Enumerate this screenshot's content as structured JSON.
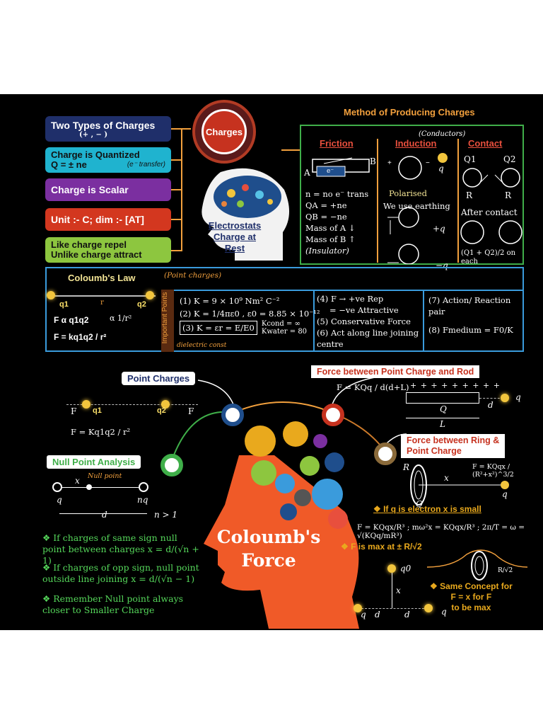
{
  "charges_title": "Charges",
  "brain_label": [
    "Electrostats",
    "Charge at",
    "Rest"
  ],
  "left_pills": [
    {
      "line1": "Two Types of Charges",
      "line2": "(+ , − )"
    },
    {
      "line1": "Charge is Quantized",
      "line2": "Q = ± ne",
      "note": "(e⁻ transfer)"
    },
    {
      "line1": "Charge is Scalar"
    },
    {
      "line1": "Unit :- C; dim :- [AT]"
    },
    {
      "line1": "Like charge repel",
      "line2": "Unlike charge attract"
    }
  ],
  "methods": {
    "title": "Method of Producing Charges",
    "conductor_note": "(Conductors)",
    "friction": {
      "title": "Friction",
      "labels": [
        "A",
        "B",
        "e⁻"
      ],
      "lines": [
        "n = no e⁻ trans",
        "QA = +ne",
        "QB = −ne",
        "Mass of A ↓",
        "Mass of B ↑",
        "(Insulator)"
      ]
    },
    "induction": {
      "title": "Induction",
      "polarised": "Polarised",
      "earthing": "We use earthing",
      "q_labels": [
        "q",
        "+q",
        "−q"
      ]
    },
    "contact": {
      "title": "Contact",
      "q1": "Q1",
      "q2": "Q2",
      "r": "R",
      "after": "After contact",
      "result": "(Q1 + Q2)/2 on each"
    }
  },
  "coulomb": {
    "title": "Coloumb's Law",
    "point_charges_note": "(Point charges)",
    "q1": "q1",
    "q2": "q2",
    "r": "r",
    "rel1": "F α q1q2",
    "rel2": "α 1/r²",
    "formula": "F = kq1q2 / r²",
    "important_points_label": "Important Points",
    "points": [
      "(1) K = 9 × 10⁹ Nm² C⁻²",
      "(2) K = 1/4πε0 , ε0 = 8.85 × 10⁻¹²",
      "(3) K = εr = E/E0",
      "Kcond = ∞",
      "Kwater = 80",
      "dielectric const",
      "(4) F → +ve  Rep",
      "= −ve  Attractive",
      "(5) Conservative Force",
      "(6) Act along line joining centre",
      "(7) Action/ Reaction pair",
      "(8) Fmedium = F0/K"
    ]
  },
  "point_charges": {
    "title": "Point Charges",
    "f": "F",
    "q1": "q1",
    "q2": "q2",
    "formula": "F = Kq1q2 / r²"
  },
  "null_point": {
    "title": "Null Point Analysis",
    "x": "x",
    "null_label": "Null point",
    "q": "q",
    "nq": "nq",
    "d": "d",
    "n_gt": "n > 1",
    "bullets": [
      "If charges of same sign null point between charges x = d/(√n + 1)",
      "If charges of opp sign, null point outside line joining x = d/(√n − 1)",
      "Remember Null point always closer to Smaller Charge"
    ]
  },
  "rod": {
    "title": "Force between Point Charge and Rod",
    "formula": "F = KQq / d(d+L)",
    "plus_row": "+ + + + + + + + +",
    "Q": "Q",
    "L": "L",
    "d": "d",
    "q": "q"
  },
  "ring": {
    "title": [
      "Force between Ring &",
      "Point Charge"
    ],
    "formula": "F = KQqx / (R²+x²)^3/2",
    "R": "R",
    "Q": "Q",
    "x": "x",
    "q": "q",
    "electron_note": "If q is electron x is small",
    "shm": "F = KQqx/R³ ; mω²x = KQqx/R³ ; 2π/T = ω = √(KQq/mR³)",
    "fmax": "F is max at ± R/√2",
    "rmax": "R/√2",
    "same_concept": [
      "Same Concept for",
      "F = x  for F",
      "to be max"
    ],
    "q0": "q0",
    "x_label": "x",
    "d": "d"
  },
  "head_text": [
    "Coloumb's",
    "Force"
  ],
  "colors": {
    "background": "#000000",
    "accent_red": "#f05a28",
    "brain_blue": "#1f4e8c",
    "green_box": "#3fae49",
    "blue_box": "#3a9bdc"
  }
}
